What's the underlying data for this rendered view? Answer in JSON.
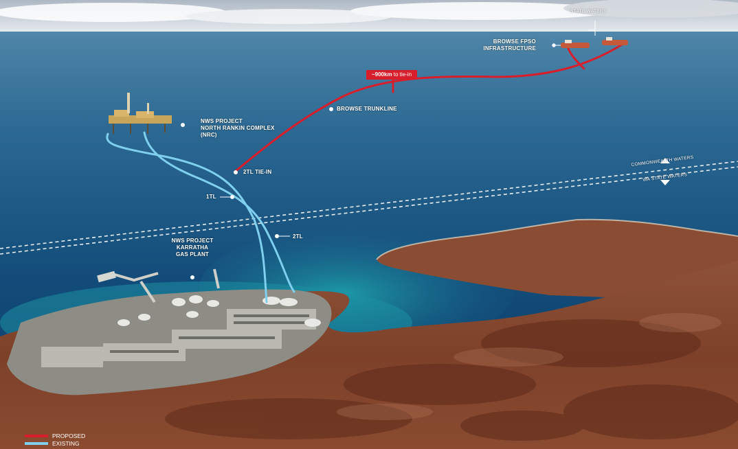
{
  "map": {
    "state_waters_top": "STATE WATERS",
    "fpso_label": [
      "BROWSE FPSO",
      "INFRASTRUCTURE"
    ],
    "distance_badge": {
      "value": "~900km",
      "suffix": " to tie-in"
    },
    "browse_trunkline": "BROWSE TRUNKLINE",
    "nrc_label": [
      "NWS PROJECT",
      "NORTH RANKIN COMPLEX",
      "(NRC)"
    ],
    "tie_in_label": "2TL TIE-IN",
    "line_1tl": "1TL",
    "line_2tl": "2TL",
    "karratha_label": [
      "NWS PROJECT",
      "KARRATHA",
      "GAS PLANT"
    ],
    "commonwealth_waters": "COMMONWEALTH WATERS",
    "wa_state_waters": "WA STATE WATERS"
  },
  "legend": [
    {
      "label": "PROPOSED",
      "color": "#d81e2a"
    },
    {
      "label": "EXISTING",
      "color": "#7fd0ee"
    }
  ],
  "colors": {
    "proposed": "#d81e2a",
    "existing": "#7fd0ee",
    "sea": "#0e4a78",
    "land": "#8a4a30",
    "plant": "#8d8d86"
  }
}
